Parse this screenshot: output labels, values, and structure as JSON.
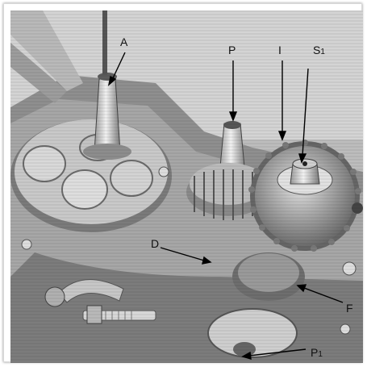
{
  "labels": {
    "a": "A",
    "p": "P",
    "i": "I",
    "s1_main": "S",
    "s1_sub": "1",
    "d": "D",
    "f": "F",
    "p1_main": "P",
    "p1_sub": "1"
  }
}
